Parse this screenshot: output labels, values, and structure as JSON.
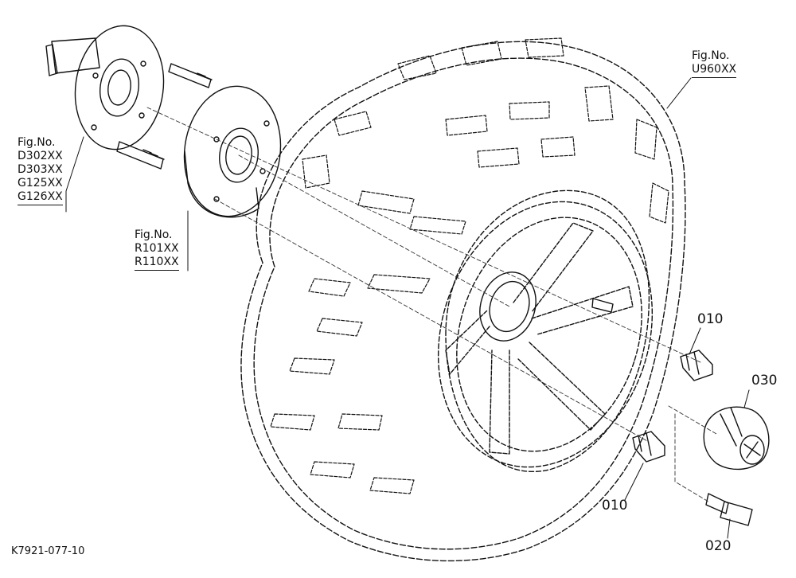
{
  "callouts": {
    "tire_fig": {
      "heading": "Fig.No.",
      "codes": [
        "U960XX"
      ]
    },
    "axle_fig": {
      "heading": "Fig.No.",
      "codes": [
        "D302XX",
        "D303XX",
        "G125XX",
        "G126XX"
      ]
    },
    "hub_fig": {
      "heading": "Fig.No.",
      "codes": [
        "R101XX",
        "R110XX"
      ]
    }
  },
  "parts": {
    "nut_upper": "010",
    "nut_lower": "010",
    "center_cap": "030",
    "stud_bolt": "020"
  },
  "drawing_number": "K7921-077-10"
}
